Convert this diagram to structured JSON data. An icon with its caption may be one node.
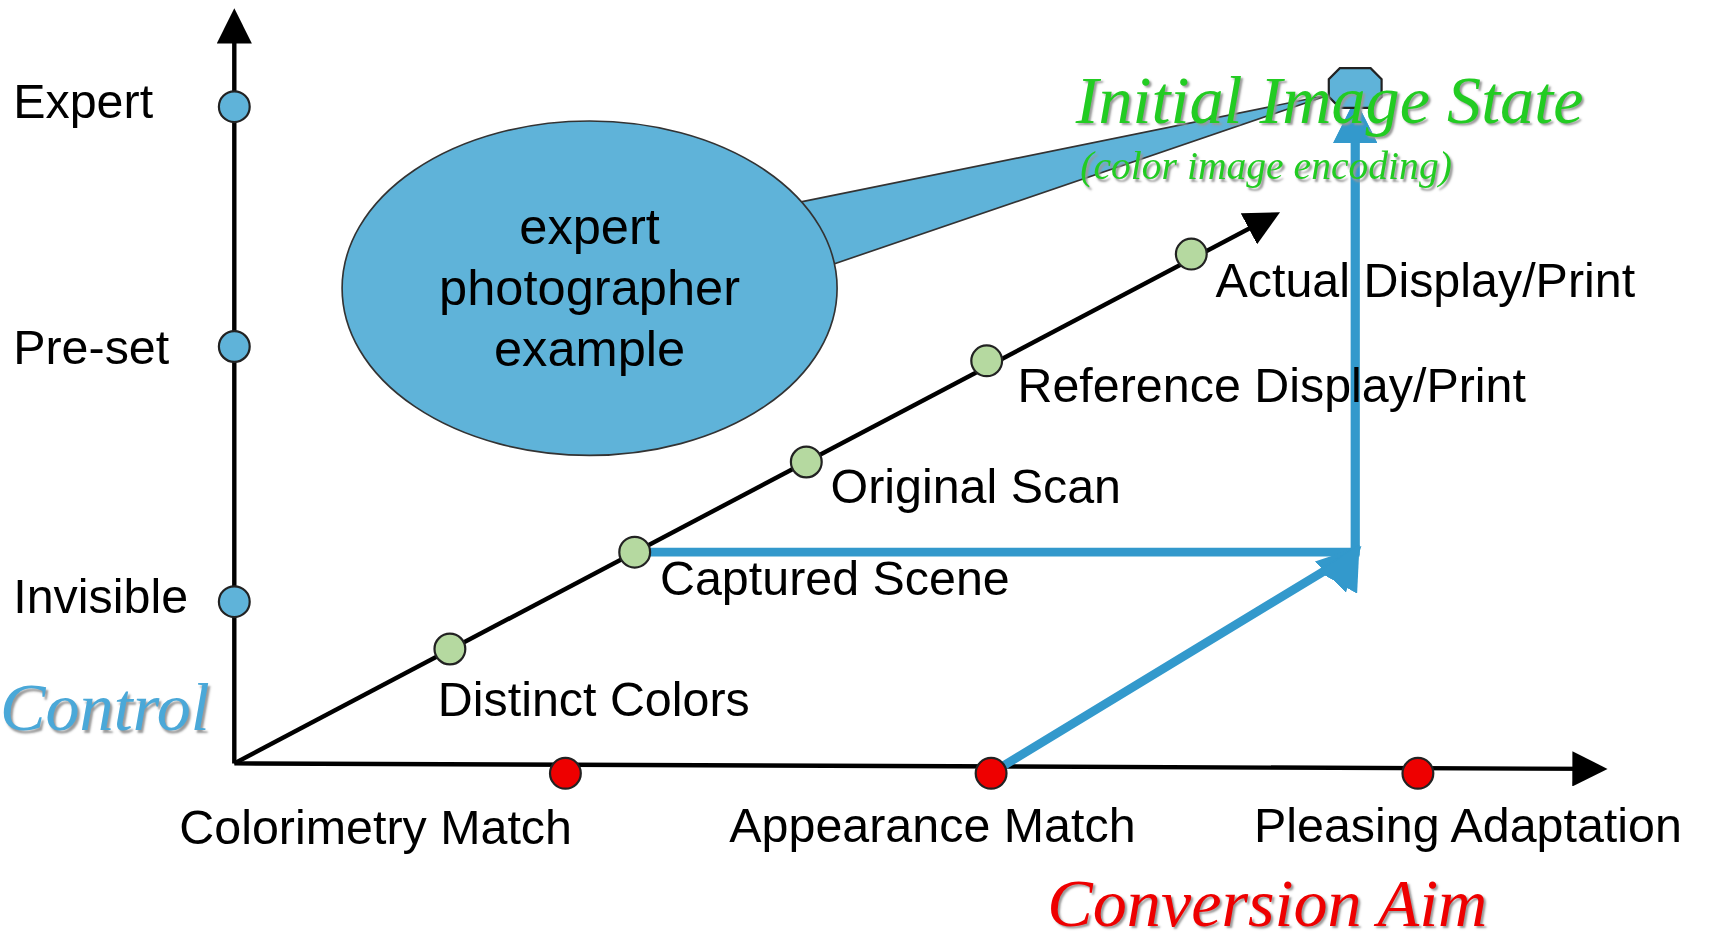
{
  "diagram": {
    "nodes": [
      {
        "text": [],
        "shape": "circle",
        "beside": [
          "Expert"
        ]
      },
      {
        "text": [],
        "shape": "circle",
        "beside": [
          "Pre-set"
        ]
      },
      {
        "text": [],
        "shape": "circle",
        "beside": [
          "Invisible"
        ]
      },
      {
        "text": [],
        "shape": "circle",
        "beside": [
          "Distinct Colors"
        ]
      },
      {
        "text": [],
        "shape": "circle",
        "beside": [
          "Captured Scene"
        ]
      },
      {
        "text": [],
        "shape": "circle",
        "beside": [
          "Original Scan"
        ]
      },
      {
        "text": [],
        "shape": "circle",
        "beside": [
          "Reference Display/Print"
        ]
      },
      {
        "text": [],
        "shape": "circle",
        "beside": [
          "Actual Display/Print"
        ]
      },
      {
        "text": [],
        "shape": "circle",
        "beside": [
          "Colorimetry Match"
        ]
      },
      {
        "text": [],
        "shape": "circle",
        "beside": [
          "Appearance Match"
        ]
      },
      {
        "text": [],
        "shape": "circle",
        "beside": [
          "Pleasing Adaptation"
        ]
      },
      {
        "text": [
          "expert photographer example"
        ]
      },
      {
        "text": [],
        "shape": "octagon"
      }
    ],
    "edges": [
      {
        "from": 4,
        "to": 12,
        "arrow": "to"
      },
      {
        "from": 9,
        "to": 12,
        "arrow": "to"
      },
      {
        "from": 11,
        "to": 12,
        "arrow": "none"
      }
    ],
    "labels": [
      "Initial Image State",
      "(color image encoding)",
      "Control",
      "Conversion Aim"
    ]
  }
}
